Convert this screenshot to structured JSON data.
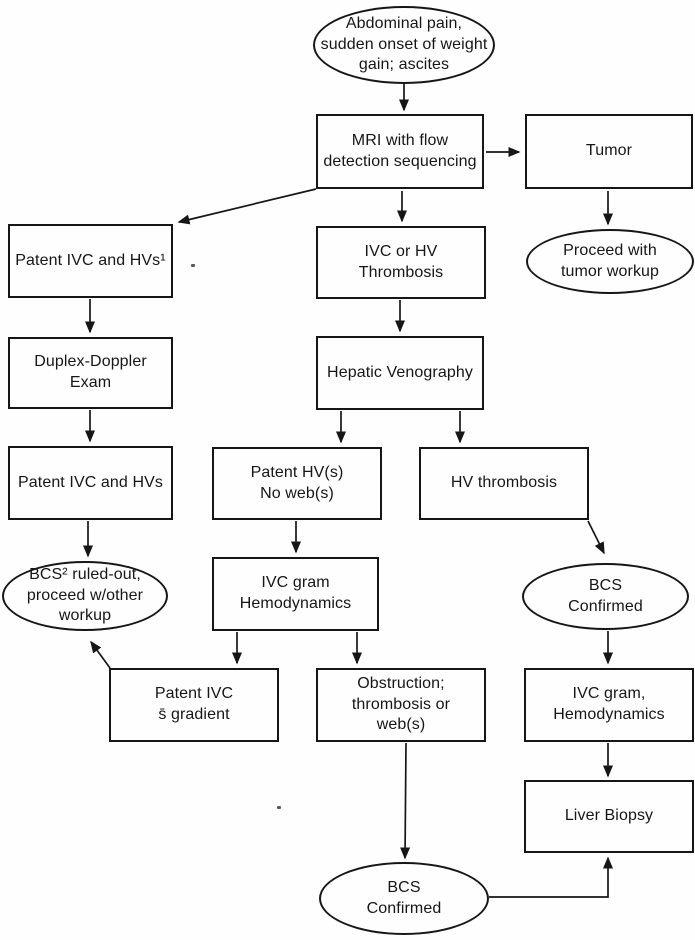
{
  "colors": {
    "ink": "#161616",
    "background": "#fefefe"
  },
  "diagram_type": "flowchart",
  "nodes": {
    "symptoms": {
      "shape": "ellipse",
      "label": "Abdominal pain,\nsudden onset of weight\ngain; ascites"
    },
    "mri": {
      "shape": "box",
      "label": "MRI with flow\ndetection sequencing"
    },
    "tumor": {
      "shape": "box",
      "label": "Tumor"
    },
    "proceed_tumor_workup": {
      "shape": "ellipse",
      "label": "Proceed with\ntumor workup"
    },
    "patent_ivc_hvs_sup1": {
      "shape": "box",
      "label": "Patent IVC and HVs¹"
    },
    "ivc_or_hv_thrombosis": {
      "shape": "box",
      "label": "IVC or HV\nThrombosis"
    },
    "duplex_doppler_exam": {
      "shape": "box",
      "label": "Duplex-Doppler\nExam"
    },
    "patent_ivc_hvs": {
      "shape": "box",
      "label": "Patent IVC and HVs"
    },
    "hepatic_venography": {
      "shape": "box",
      "label": "Hepatic Venography"
    },
    "patent_hvs_no_webs": {
      "shape": "box",
      "label": "Patent HV(s)\nNo web(s)"
    },
    "hv_thrombosis": {
      "shape": "box",
      "label": "HV thrombosis"
    },
    "bcs_ruled_out": {
      "shape": "ellipse",
      "label": "BCS² ruled-out,\nproceed w/other\nworkup"
    },
    "ivc_gram_hemodynamics": {
      "shape": "box",
      "label": "IVC gram\nHemodynamics"
    },
    "bcs_confirmed_right": {
      "shape": "ellipse",
      "label": "BCS\nConfirmed"
    },
    "patent_ivc_s_gradient": {
      "shape": "box",
      "label": "Patent IVC\ns̄ gradient"
    },
    "obstruction_thrombosis_webs": {
      "shape": "box",
      "label": "Obstruction;\nthrombosis or\nweb(s)"
    },
    "ivc_gram_hemodynamics_2": {
      "shape": "box",
      "label": "IVC gram,\nHemodynamics"
    },
    "liver_biopsy": {
      "shape": "box",
      "label": "Liver Biopsy"
    },
    "bcs_confirmed_bottom": {
      "shape": "ellipse",
      "label": "BCS\nConfirmed"
    }
  }
}
